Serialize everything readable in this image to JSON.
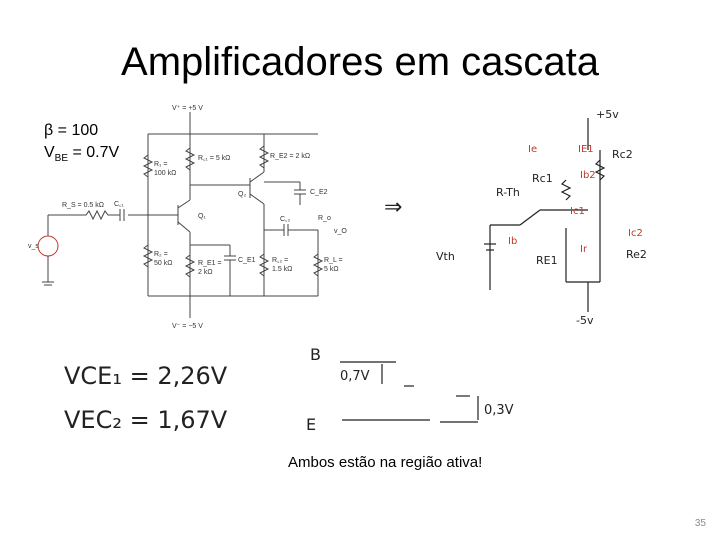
{
  "slide": {
    "title": "Amplificadores em cascata",
    "beta": "β = 100",
    "vbe_prefix": "V",
    "vbe_sub": "BE",
    "vbe_suffix": " = 0.7V",
    "note": "Ambos estão na região ativa!",
    "page_number": "35"
  },
  "circuit_labels": {
    "vplus": "V⁺ = +5 V",
    "vminus": "V⁻ = −5 V",
    "r1": "R₁ =",
    "r1_val": "100 kΩ",
    "r2": "R₂ =",
    "r2_val": "50 kΩ",
    "rc1": "R꜀₁ = 5 kΩ",
    "re1": "R_E1 =",
    "re1_val": "2 kΩ",
    "re2": "R_E2 = 2 kΩ",
    "rs": "R_S = 0.5 kΩ",
    "cc1": "C꜀₁",
    "ce1": "C_E1",
    "ce2": "C_E2",
    "cc2": "C꜀₂",
    "q1": "Q₁",
    "q2": "Q₂",
    "ro": "R_o",
    "vo": "v_O",
    "rl": "R_L =",
    "rl_val": "5 kΩ",
    "rc2": "R꜀₂ =",
    "rc2_val": "1.5 kΩ",
    "vs": "v_s"
  },
  "handwriting": {
    "vce1": "VCE₁ = 2,26V",
    "vec2": "VEC₂ = 1,67V",
    "b_label": "B",
    "e_label": "E",
    "v07": "0,7V",
    "v03": "0,3V",
    "arrow": "⇒",
    "p5v": "+5v",
    "m5v": "-5v",
    "rth": "R-Th",
    "vth": "Vth",
    "rc1": "Rc1",
    "re1": "RE1",
    "rc2": "Rc2",
    "re2": "Re2",
    "ie": "Ie",
    "ic1": "Ic1",
    "ib": "Ib",
    "ib2": "Ib2",
    "ic2": "Ic2",
    "ir": "Ir",
    "ie1": "IE1"
  }
}
